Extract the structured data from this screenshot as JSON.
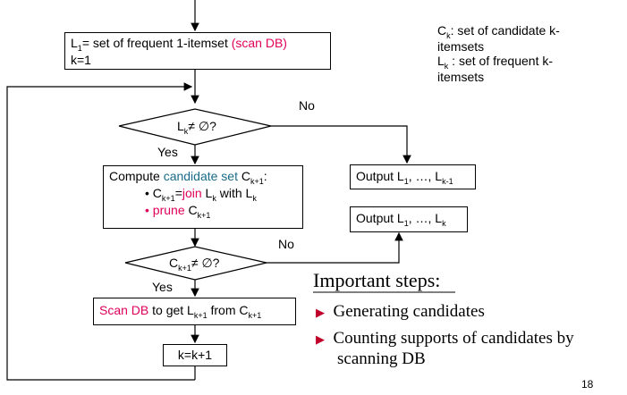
{
  "legend": {
    "ck_symbol": "C",
    "ck_sub": "k",
    "ck_text": ":  set of candidate k-",
    "ck_text2": "itemsets",
    "lk_symbol": "L",
    "lk_sub": "k",
    "lk_text": " : set of frequent k-",
    "lk_text2": "itemsets"
  },
  "init_box": {
    "l1_symbol": "L",
    "l1_sub": "1",
    "text_a": "= set of frequent 1-itemset ",
    "text_red": "(scan DB)",
    "line2": "k=1"
  },
  "decision1": {
    "symbol": "L",
    "sub": "k",
    "text": "≠ ∅?",
    "yes": "Yes",
    "no": "No"
  },
  "compute_box": {
    "line1_a": "Compute ",
    "line1_teal": "candidate set",
    "line1_b": " C",
    "line1_sub": "k+1",
    "line1_c": ":",
    "bullet1_a": "C",
    "bullet1_sub": "k+1",
    "bullet1_eq": "=",
    "bullet1_red": "join",
    "bullet1_b": " L",
    "bullet1_sub2": "k",
    "bullet1_c": " with L",
    "bullet1_sub3": "k",
    "bullet2_red": "prune",
    "bullet2_b": " C",
    "bullet2_sub": "k+1"
  },
  "decision2": {
    "symbol": "C",
    "sub": "k+1",
    "text": "≠ ∅?",
    "yes": "Yes",
    "no": "No"
  },
  "output1": {
    "a": "Output L",
    "sub1": "1",
    "b": ", …, L",
    "sub2": "k-1"
  },
  "output2": {
    "a": "Output L",
    "sub1": "1",
    "b": ", …, L",
    "sub2": "k"
  },
  "scan_box": {
    "red": "Scan DB",
    "a": " to get L",
    "sub1": "k+1",
    "b": " from C",
    "sub2": "k+1"
  },
  "incr_box": {
    "text": "k=k+1"
  },
  "steps": {
    "title": "Important steps:",
    "items": [
      "Generating candidates",
      "Counting supports of candidates by",
      "scanning DB"
    ]
  },
  "page_number": "18"
}
